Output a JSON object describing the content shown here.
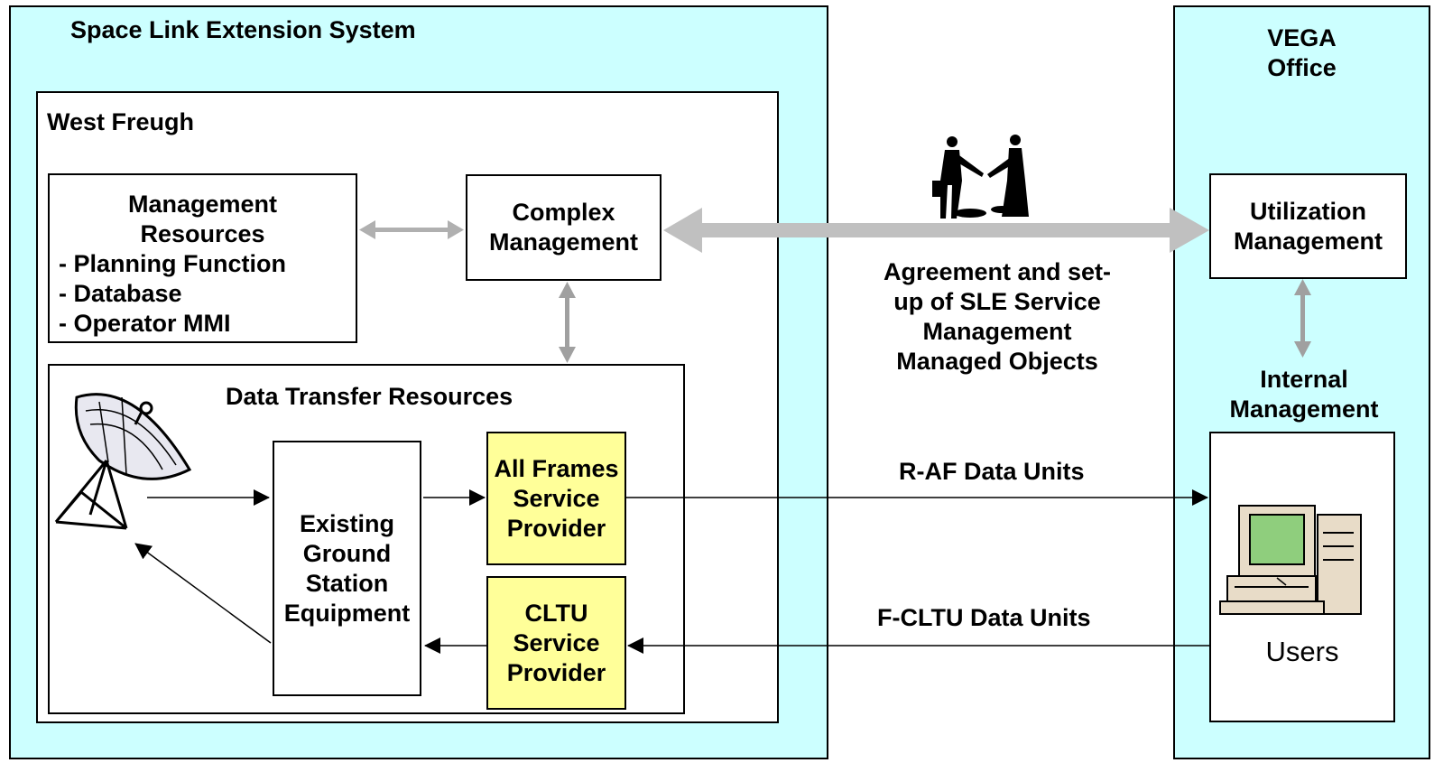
{
  "sle_system": {
    "title": "Space Link Extension System"
  },
  "west_freugh": {
    "title": "West Freugh",
    "management_resources": {
      "title_lines": [
        "Management",
        "Resources"
      ],
      "items": [
        "-  Planning Function",
        "-  Database",
        "-  Operator MMI"
      ]
    },
    "complex_management": {
      "lines": [
        "Complex",
        "Management"
      ]
    },
    "data_transfer": {
      "title": "Data Transfer Resources",
      "ground_station": {
        "lines": [
          "Existing",
          "Ground",
          "Station",
          "Equipment"
        ]
      },
      "all_frames": {
        "lines": [
          "All Frames",
          "Service",
          "Provider"
        ]
      },
      "cltu": {
        "lines": [
          "CLTU",
          "Service",
          "Provider"
        ]
      }
    }
  },
  "agreement_text": [
    "Agreement and set-",
    "up of SLE Service",
    "Management",
    "Managed Objects"
  ],
  "raf_label": "R-AF Data Units",
  "fcltu_label": "F-CLTU Data Units",
  "vega": {
    "title_lines": [
      "VEGA",
      "Office"
    ],
    "utilization": {
      "lines": [
        "Utilization",
        "Management"
      ]
    },
    "internal_mgmt_lines": [
      "Internal",
      "Management"
    ],
    "users_label": "Users"
  },
  "colors": {
    "cyan": "#ccffff",
    "yellow": "#ffff99",
    "arrow_grey": "#c0c0c0"
  }
}
